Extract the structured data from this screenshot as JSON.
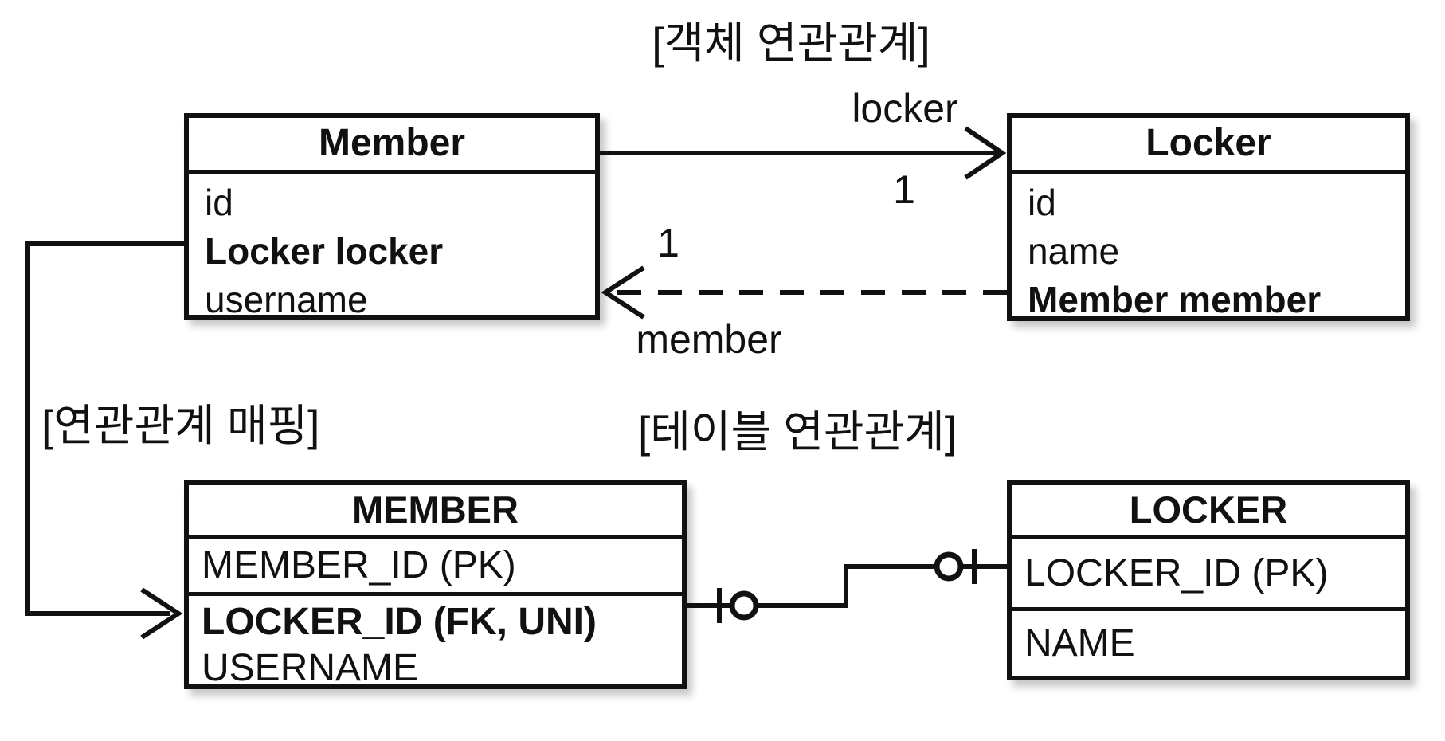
{
  "colors": {
    "ink": "#111111",
    "background": "#ffffff"
  },
  "object_section": {
    "title": "[객체 연관관계]",
    "member_class": {
      "title": "Member",
      "fields": [
        {
          "text": "id",
          "bold": false
        },
        {
          "text": "Locker locker",
          "bold": true
        },
        {
          "text": "username",
          "bold": false
        }
      ]
    },
    "locker_class": {
      "title": "Locker",
      "fields": [
        {
          "text": "id",
          "bold": false
        },
        {
          "text": "name",
          "bold": false
        },
        {
          "text": "Member member",
          "bold": true
        }
      ]
    },
    "locker_association": {
      "label": "locker",
      "multiplicity": "1",
      "style": "solid-arrow"
    },
    "member_association": {
      "label": "member",
      "multiplicity": "1",
      "style": "dashed-arrow"
    }
  },
  "mapping_section": {
    "title": "[연관관계 매핑]"
  },
  "table_section": {
    "title": "[테이블 연관관계]",
    "member_table": {
      "title": "MEMBER",
      "rows": [
        {
          "text": "MEMBER_ID (PK)",
          "bold": false
        },
        {
          "text": "LOCKER_ID (FK, UNI)",
          "bold": true
        },
        {
          "text": "USERNAME",
          "bold": false
        }
      ]
    },
    "locker_table": {
      "title": "LOCKER",
      "rows": [
        {
          "text": "LOCKER_ID (PK)",
          "bold": false
        },
        {
          "text": "NAME",
          "bold": false
        }
      ]
    }
  }
}
